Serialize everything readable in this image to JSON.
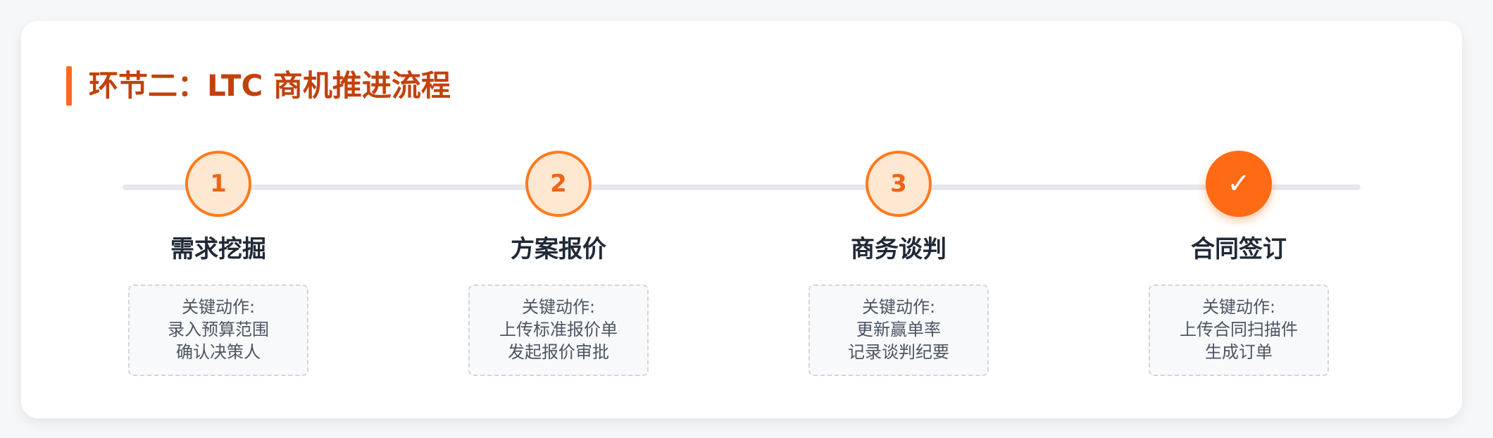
{
  "section": {
    "title": "环节二：LTC 商机推进流程"
  },
  "steps": [
    {
      "marker": "1",
      "status": "pending",
      "name": "需求挖掘",
      "actions_label": "关键动作:",
      "actions": [
        "录入预算范围",
        "确认决策人"
      ]
    },
    {
      "marker": "2",
      "status": "pending",
      "name": "方案报价",
      "actions_label": "关键动作:",
      "actions": [
        "上传标准报价单",
        "发起报价审批"
      ]
    },
    {
      "marker": "3",
      "status": "pending",
      "name": "商务谈判",
      "actions_label": "关键动作:",
      "actions": [
        "更新赢单率",
        "记录谈判纪要"
      ]
    },
    {
      "marker": "✓",
      "status": "done",
      "name": "合同签订",
      "actions_label": "关键动作:",
      "actions": [
        "上传合同扫描件",
        "生成订单"
      ]
    }
  ],
  "colors": {
    "accent": "#ff6b1a",
    "title": "#c2410c",
    "pending_fill": "#ffe8d1",
    "done_fill": "#ff6a14"
  }
}
